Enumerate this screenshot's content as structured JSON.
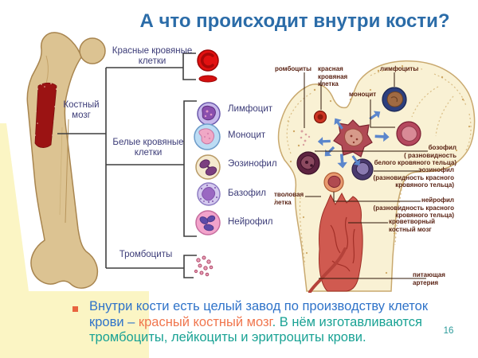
{
  "slide": {
    "title": "А что происходит внутри кости?",
    "page_number": "16"
  },
  "colors": {
    "title_blue": "#2b6ca8",
    "tree_label_navy": "#3c3c78",
    "anatomy_label_maroon": "#571f10",
    "body_blue": "#2f73c9",
    "body_orange": "#f0764e",
    "body_teal": "#19a294",
    "accent_yellow": "#fbf5c4",
    "marrow_red": "#9b1313"
  },
  "bone_label": {
    "line1": "Костный",
    "line2": "мозг"
  },
  "tree": {
    "red_cells_label": {
      "line1": "Красные кровяные",
      "line2": "клетки"
    },
    "white_cells_label": {
      "line1": "Белые кровяные",
      "line2": "клетки"
    },
    "platelets_label": "Тромбоциты",
    "cells": [
      {
        "name": "Лимфоцит"
      },
      {
        "name": "Моноцит"
      },
      {
        "name": "Эозинофил"
      },
      {
        "name": "Базофил"
      },
      {
        "name": "Нейрофил"
      }
    ]
  },
  "anatomy": {
    "platelets": "ромбоциты",
    "red_cell": {
      "line1": "красная кровяная",
      "line2": "клетка"
    },
    "lymphocytes": "лимфоциты",
    "monocyte": "моноцит",
    "basophil": {
      "line1": "бозофил",
      "line2": "( разновидность",
      "line3": "белого кровяного тельца)"
    },
    "eosinophil": {
      "line1": "эозинофил",
      "line2": "(разновидность красного",
      "line3": "кровяного тельца)"
    },
    "neutrophil": {
      "line1": "нейрофил",
      "line2": "(разновидность красного",
      "line3": "кровяного тельца)"
    },
    "marrow": {
      "line1": "кроветворный",
      "line2": "костный мозг"
    },
    "stem_cell": {
      "line1": "тволовая",
      "line2": "летка"
    },
    "artery": {
      "line1": "питающая",
      "line2": "артерия"
    }
  },
  "footer": {
    "bullet_segments": [
      {
        "text": "Внутри кости есть целый завод по производству клеток крови – ",
        "color": "#2f73c9"
      },
      {
        "text": "красный костный мозг",
        "color": "#f0764e"
      },
      {
        "text": ". В нём изготавливаются тромбоциты, лейкоциты и эритроциты крови.",
        "color": "#19a294"
      }
    ]
  }
}
